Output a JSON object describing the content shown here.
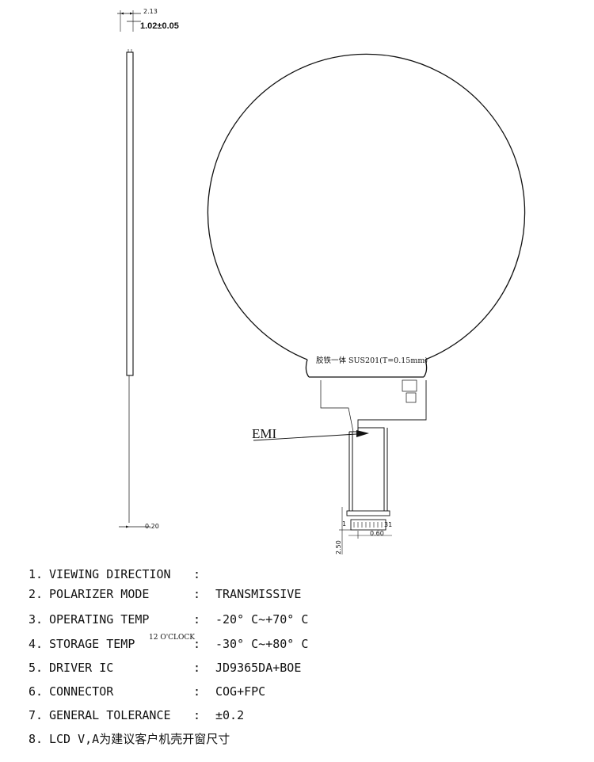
{
  "drawing": {
    "top_dims": {
      "total": "2.13",
      "thickness": "1.02±0.05"
    },
    "side_bottom_dim": "0.20",
    "panel_note": "胶铁一体 SUS201(T=0.15mm)",
    "emi_label": "EMI",
    "pin_labels": {
      "first": "1",
      "last": "31"
    },
    "pitch_dim": "0.60",
    "connector_dim": "2.50",
    "clock_label": "12 O'CLOCK"
  },
  "specs": [
    {
      "num": "1.",
      "name": "VIEWING  DIRECTION",
      "colon": ":",
      "value": ""
    },
    {
      "num": "2.",
      "name": "POLARIZER MODE",
      "colon": ":",
      "value": "TRANSMISSIVE"
    },
    {
      "num": "3.",
      "name": "OPERATING TEMP",
      "colon": ":",
      "value": "-20° C~+70° C"
    },
    {
      "num": "4.",
      "name": "STORAGE TEMP",
      "colon": ":",
      "value": "-30° C~+80° C"
    },
    {
      "num": "5.",
      "name": "DRIVER IC",
      "colon": ":",
      "value": "JD9365DA+BOE"
    },
    {
      "num": "6.",
      "name": "CONNECTOR",
      "colon": ":",
      "value": "COG+FPC"
    },
    {
      "num": "7.",
      "name": "GENERAL TOLERANCE",
      "colon": ":",
      "value": "±0.2"
    },
    {
      "num": "8.",
      "name": "LCD V,A为建议客户机壳开窗尺寸",
      "colon": "",
      "value": ""
    }
  ]
}
